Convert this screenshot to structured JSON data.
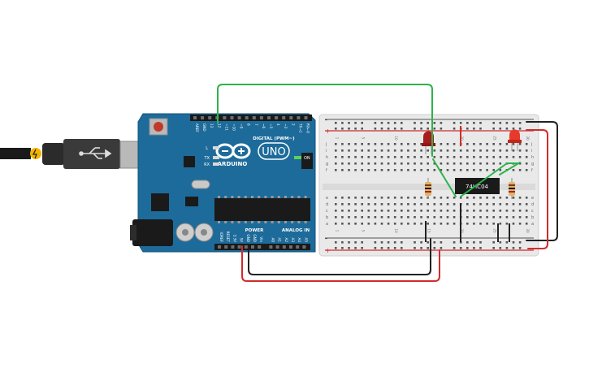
{
  "arduino": {
    "brand": "ARDUINO",
    "model": "UNO",
    "header_digital": "DIGITAL (PWM~)",
    "header_power": "POWER",
    "header_analog": "ANALOG IN",
    "label_on": "ON",
    "label_l": "L",
    "label_tx": "TX",
    "label_rx": "RX",
    "digital_pins": [
      "AREF",
      "GND",
      "13",
      "12",
      "~11",
      "~10",
      "~9",
      "8",
      "7",
      "~6",
      "~5",
      "4",
      "~3",
      "2",
      "TX→1",
      "RX←0"
    ],
    "power_pins": [
      "IOREF",
      "RESET",
      "3.3V",
      "5V",
      "GND",
      "GND",
      "Vin"
    ],
    "analog_pins": [
      "A0",
      "A1",
      "A2",
      "A3",
      "A4",
      "A5"
    ]
  },
  "chip": {
    "label": "74HC04"
  },
  "breadboard": {
    "rail_plus": "+",
    "rail_minus": "-",
    "row_letters_top": [
      "j",
      "i",
      "h",
      "g",
      "f"
    ],
    "row_letters_bottom": [
      "e",
      "d",
      "c",
      "b",
      "a"
    ],
    "column_numbers": [
      "1",
      "5",
      "10",
      "15",
      "20",
      "25",
      "30"
    ]
  },
  "colors": {
    "board": "#1d6b9a",
    "breadboard": "#e9e9e9",
    "wire_red": "#d22b2b",
    "wire_black": "#222222",
    "wire_green": "#2db34a",
    "led_red": "#cc1e1e",
    "chip": "#1a1a1a"
  }
}
